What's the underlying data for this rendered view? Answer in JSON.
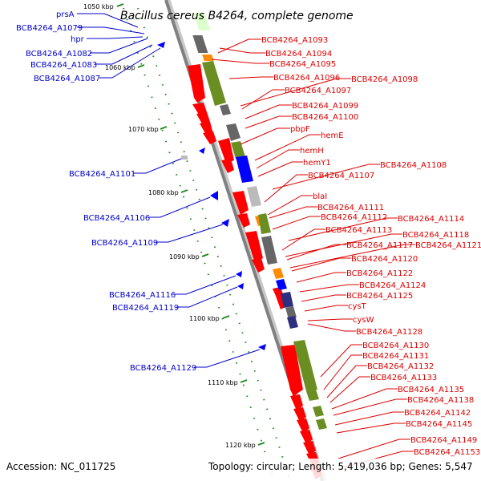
{
  "title": "Bacillus cereus B4264, complete genome",
  "footer": {
    "accession": "Accession: NC_011725",
    "summary": "Topology: circular; Length: 5,419,036 bp; Genes: 5,547"
  },
  "ticks": [
    "1050 kbp",
    "1060 kbp",
    "1070 kbp",
    "1080 kbp",
    "1090 kbp",
    "1100 kbp",
    "1110 kbp",
    "1120 kbp"
  ],
  "left_labels": [
    "prsA",
    "BCB4264_A1079",
    "hpr",
    "BCB4264_A1082",
    "BCB4264_A1083",
    "BCB4264_A1087",
    "BCB4264_A1101",
    "BCB4264_A1106",
    "BCB4264_A1109",
    "BCB4264_A1116",
    "BCB4264_A1119",
    "BCB4264_A1129"
  ],
  "right_labels": [
    "BCB4264_A1093",
    "BCB4264_A1094",
    "BCB4264_A1095",
    "BCB4264_A1096",
    "BCB4264_A1098",
    "BCB4264_A1097",
    "BCB4264_A1099",
    "BCB4264_A1100",
    "pbpF",
    "hemE",
    "hemH",
    "hemY1",
    "BCB4264_A1108",
    "BCB4264_A1107",
    "blaI",
    "BCB4264_A1111",
    "BCB4264_A1112",
    "BCB4264_A1114",
    "BCB4264_A1113",
    "BCB4264_A1118",
    "BCB4264_A1117",
    "BCB4264_A1121",
    "BCB4264_A1120",
    "BCB4264_A1122",
    "BCB4264_A1124",
    "BCB4264_A1125",
    "cysT",
    "cysW",
    "BCB4264_A1128",
    "BCB4264_A1130",
    "BCB4264_A1131",
    "BCB4264_A1132",
    "BCB4264_A1133",
    "BCB4264_A1135",
    "BCB4264_A1138",
    "BCB4264_A1142",
    "BCB4264_A1145",
    "BCB4264_A1149",
    "BCB4264_A1153"
  ],
  "colors": {
    "backbone": "#808080",
    "gene_forward": "#ff0000",
    "gene_reverse": "#0000ff",
    "cog_green": "#6b8e23",
    "cog_gray": "#666666",
    "cog_orange": "#ff8c00",
    "cog_blue": "#0000ff",
    "cog_purple": "#2f2f7f",
    "gc_dots": "#228b22",
    "label_left": "#0000cc",
    "label_right": "#dd0000"
  }
}
